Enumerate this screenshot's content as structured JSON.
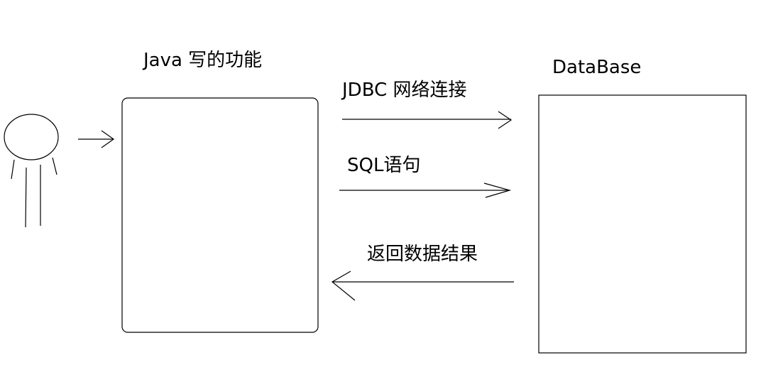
{
  "java_box": {
    "label": "Java 写的功能"
  },
  "database_box": {
    "label": "DataBase"
  },
  "arrows": {
    "jdbc": {
      "label": "JDBC 网络连接"
    },
    "sql": {
      "label": "SQL语句"
    },
    "return": {
      "label": "返回数据结果"
    }
  },
  "colors": {
    "stroke": "#000000",
    "background": "#ffffff"
  }
}
